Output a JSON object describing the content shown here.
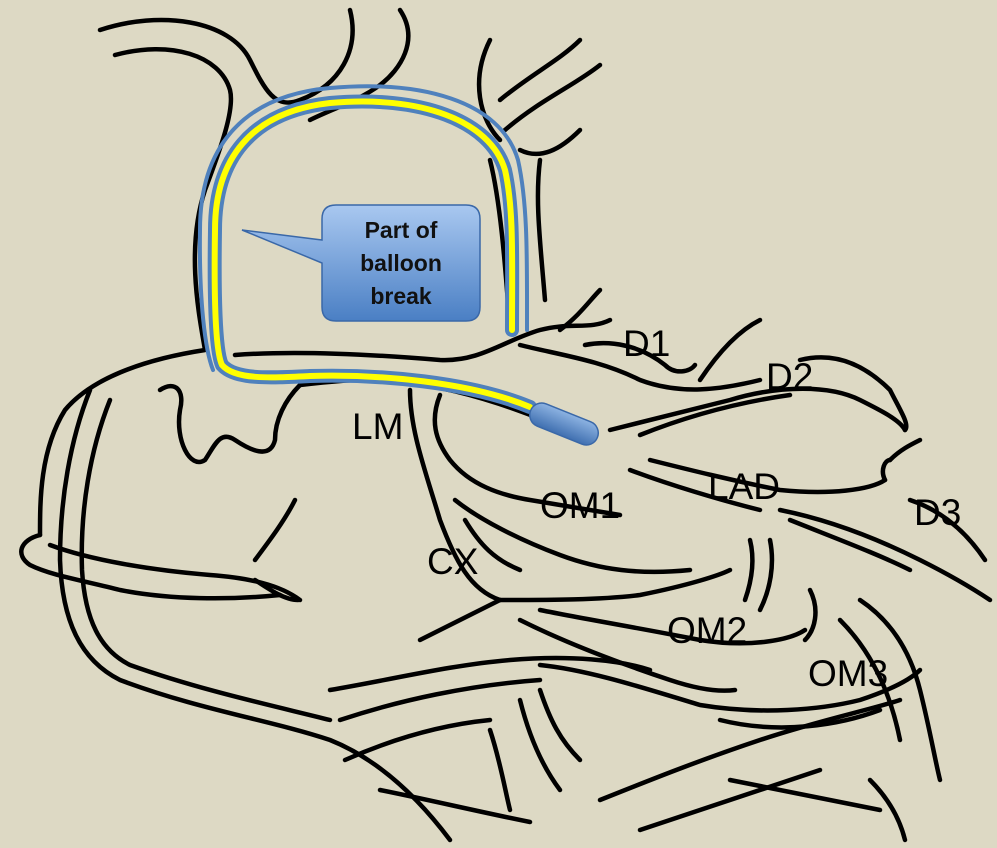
{
  "callout": {
    "lines": [
      "Part of",
      "balloon",
      "break"
    ]
  },
  "labels": {
    "d1": "D1",
    "d2": "D2",
    "d3": "D3",
    "lm": "LM",
    "lad": "LAD",
    "om1": "OM1",
    "cx": "CX",
    "om2": "OM2",
    "om3": "OM3"
  },
  "colors": {
    "background": "#ddd9c4",
    "vessel_outline": "#000000",
    "wire_core": "#ffff00",
    "wire_sheath": "#4f81bd",
    "callout_fill": "#5b9bd5",
    "balloon_fill": "#4f81bd"
  }
}
